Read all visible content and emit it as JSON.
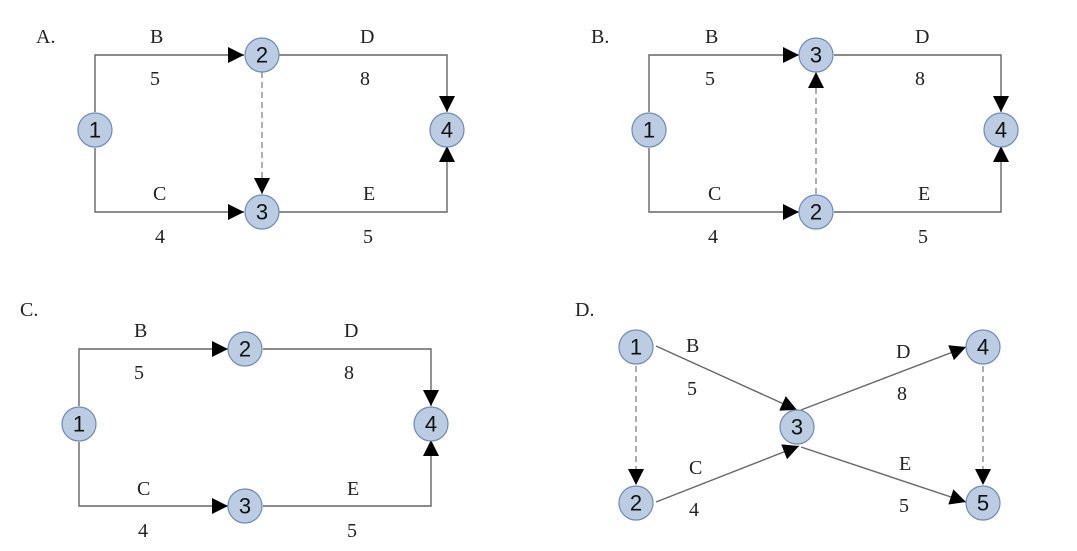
{
  "options": [
    {
      "label": "A.",
      "nodes": [
        "1",
        "2",
        "3",
        "4"
      ],
      "edges": [
        {
          "activity": "B",
          "duration": "5",
          "from": "1",
          "to": "2"
        },
        {
          "activity": "C",
          "duration": "4",
          "from": "1",
          "to": "3"
        },
        {
          "activity": "D",
          "duration": "8",
          "from": "2",
          "to": "4"
        },
        {
          "activity": "E",
          "duration": "5",
          "from": "3",
          "to": "4"
        }
      ],
      "dummy_edges": [
        {
          "from": "2",
          "to": "3"
        }
      ]
    },
    {
      "label": "B.",
      "nodes": [
        "1",
        "3",
        "2",
        "4"
      ],
      "edges": [
        {
          "activity": "B",
          "duration": "5",
          "from": "1",
          "to": "3"
        },
        {
          "activity": "C",
          "duration": "4",
          "from": "1",
          "to": "2"
        },
        {
          "activity": "D",
          "duration": "8",
          "from": "3",
          "to": "4"
        },
        {
          "activity": "E",
          "duration": "5",
          "from": "2",
          "to": "4"
        }
      ],
      "dummy_edges": [
        {
          "from": "2",
          "to": "3"
        }
      ]
    },
    {
      "label": "C.",
      "nodes": [
        "1",
        "2",
        "3",
        "4"
      ],
      "edges": [
        {
          "activity": "B",
          "duration": "5",
          "from": "1",
          "to": "2"
        },
        {
          "activity": "C",
          "duration": "4",
          "from": "1",
          "to": "3"
        },
        {
          "activity": "D",
          "duration": "8",
          "from": "2",
          "to": "4"
        },
        {
          "activity": "E",
          "duration": "5",
          "from": "3",
          "to": "4"
        }
      ],
      "dummy_edges": []
    },
    {
      "label": "D.",
      "nodes": [
        "1",
        "2",
        "3",
        "4",
        "5"
      ],
      "edges": [
        {
          "activity": "B",
          "duration": "5",
          "from": "1",
          "to": "3"
        },
        {
          "activity": "C",
          "duration": "4",
          "from": "2",
          "to": "3"
        },
        {
          "activity": "D",
          "duration": "8",
          "from": "3",
          "to": "4"
        },
        {
          "activity": "E",
          "duration": "5",
          "from": "3",
          "to": "5"
        }
      ],
      "dummy_edges": [
        {
          "from": "1",
          "to": "2"
        },
        {
          "from": "4",
          "to": "5"
        }
      ]
    }
  ]
}
